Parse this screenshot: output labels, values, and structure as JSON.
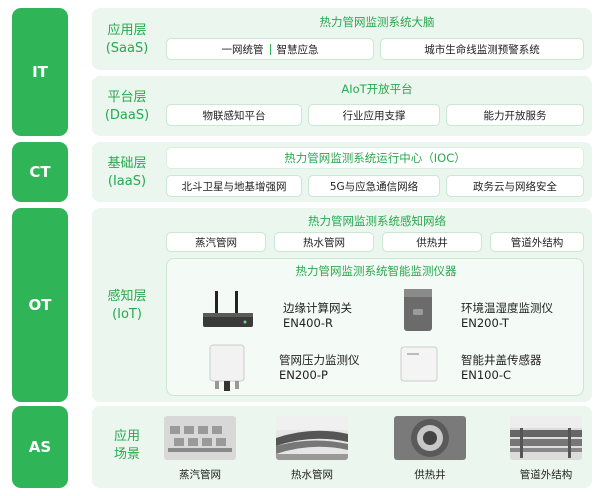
{
  "sides": {
    "it": "IT",
    "ct": "CT",
    "ot": "OT",
    "as": "AS"
  },
  "saas": {
    "label1": "应用层",
    "label2": "(SaaS)",
    "title": "热力管网监测系统大脑",
    "box1a": "一网统管",
    "box1b": "智慧应急",
    "box2": "城市生命线监测预警系统"
  },
  "daas": {
    "label1": "平台层",
    "label2": "(DaaS)",
    "title": "AIoT开放平台",
    "items": [
      "物联感知平台",
      "行业应用支撑",
      "能力开放服务"
    ]
  },
  "iaas": {
    "label1": "基础层",
    "label2": "(IaaS)",
    "title": "热力管网监测系统运行中心（IOC）",
    "items": [
      "北斗卫星与地基增强网",
      "5G与应急通信网络",
      "政务云与网络安全"
    ]
  },
  "iot": {
    "label1": "感知层",
    "label2": "(IoT)",
    "title": "热力管网监测系统感知网络",
    "items": [
      "蒸汽管网",
      "热水管网",
      "供热井",
      "管道外结构"
    ],
    "inner_title": "热力管网监测系统智能监测仪器",
    "devices": [
      {
        "name": "边缘计算网关",
        "model": "EN400-R"
      },
      {
        "name": "环境温湿度监测仪",
        "model": "EN200-T"
      },
      {
        "name": "管网压力监测仪",
        "model": "EN200-P"
      },
      {
        "name": "智能井盖传感器",
        "model": "EN100-C"
      }
    ]
  },
  "scenes": {
    "label1": "应用",
    "label2": "场景",
    "items": [
      "蒸汽管网",
      "热水管网",
      "供热井",
      "管道外结构"
    ]
  }
}
